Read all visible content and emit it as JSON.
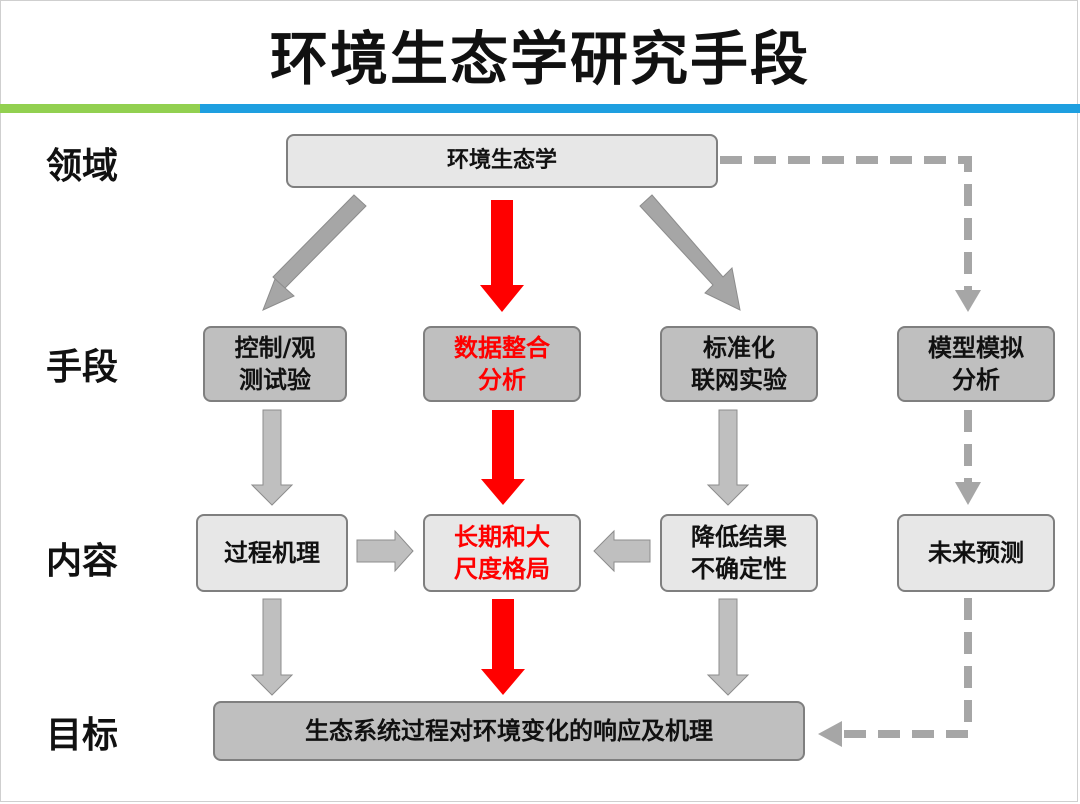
{
  "title": "环境生态学研究手段",
  "row_labels": {
    "field": "领域",
    "means": "手段",
    "content": "内容",
    "goal": "目标"
  },
  "nodes": {
    "top": "环境生态学",
    "means_1": "控制/观\n测试验",
    "means_2": "数据整合\n分析",
    "means_3": "标准化\n联网实验",
    "means_4": "模型模拟\n分析",
    "content_1": "过程机理",
    "content_2": "长期和大\n尺度格局",
    "content_3": "降低结果\n不确定性",
    "content_4": "未来预测",
    "goal": "生态系统过程对环境变化的响应及机理"
  },
  "colors": {
    "accent_green": "#92d050",
    "accent_blue": "#1e9fe0",
    "highlight_red": "#ff0000",
    "arrow_gray": "#a6a6a6",
    "box_dark": "#bfbfbf",
    "box_light": "#e7e7e7"
  }
}
